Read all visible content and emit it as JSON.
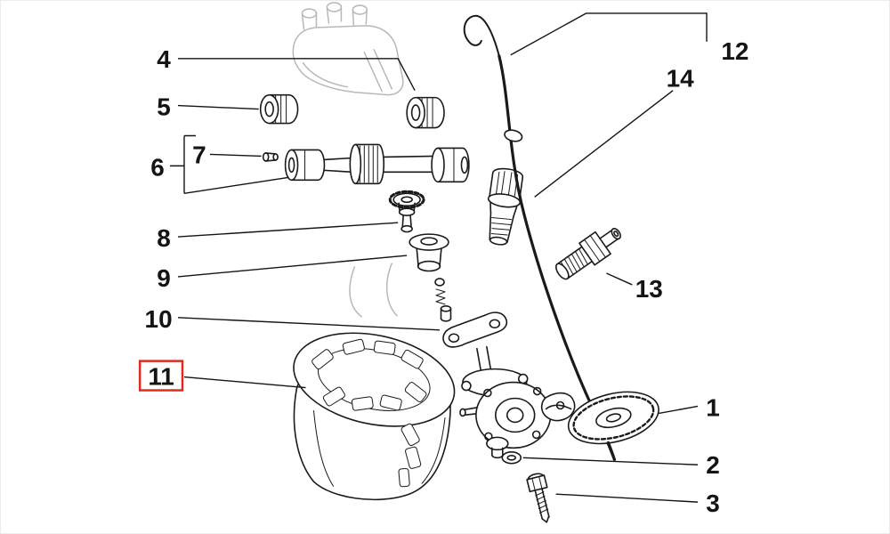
{
  "diagram": {
    "kind": "exploded-parts-diagram",
    "background": "#ffffff",
    "line_color": "#1a1a1a",
    "ghost_color": "#b8b8b8",
    "selected_part": "11",
    "selection_box_color": "#e02a20",
    "callouts": {
      "p1": "1",
      "p2": "2",
      "p3": "3",
      "p4": "4",
      "p5": "5",
      "p6": "6",
      "p7": "7",
      "p8": "8",
      "p9": "9",
      "p10": "10",
      "p11": "11",
      "p12": "12",
      "p13": "13",
      "p14": "14"
    }
  }
}
